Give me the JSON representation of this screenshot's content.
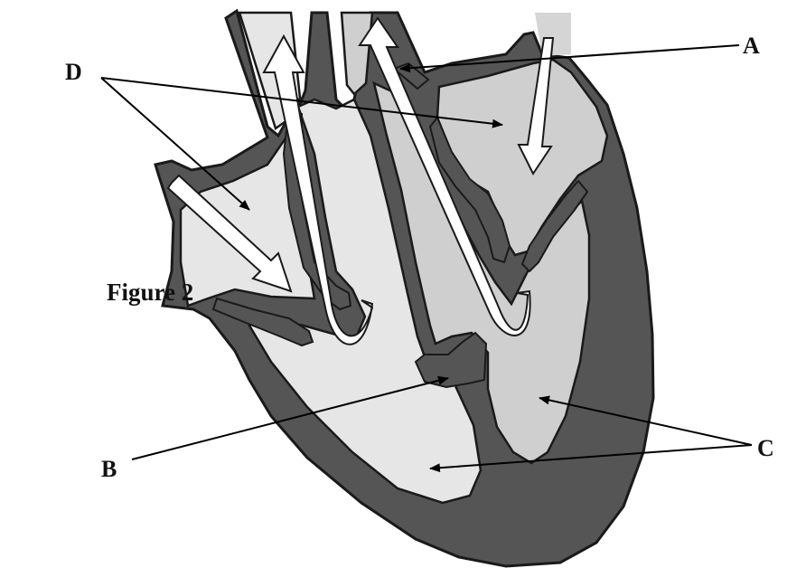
{
  "figure": {
    "title": "Figure 2"
  },
  "labels": {
    "a": "A",
    "b": "B",
    "c": "C",
    "d": "D"
  },
  "colors": {
    "wall": "#555555",
    "chamber_light": "#e6e6e6",
    "chamber_mid": "#cfcfcf",
    "outline": "#1a1a1a",
    "pointer": "#000000",
    "flow_arrow_fill": "#ffffff",
    "background": "#ffffff"
  }
}
